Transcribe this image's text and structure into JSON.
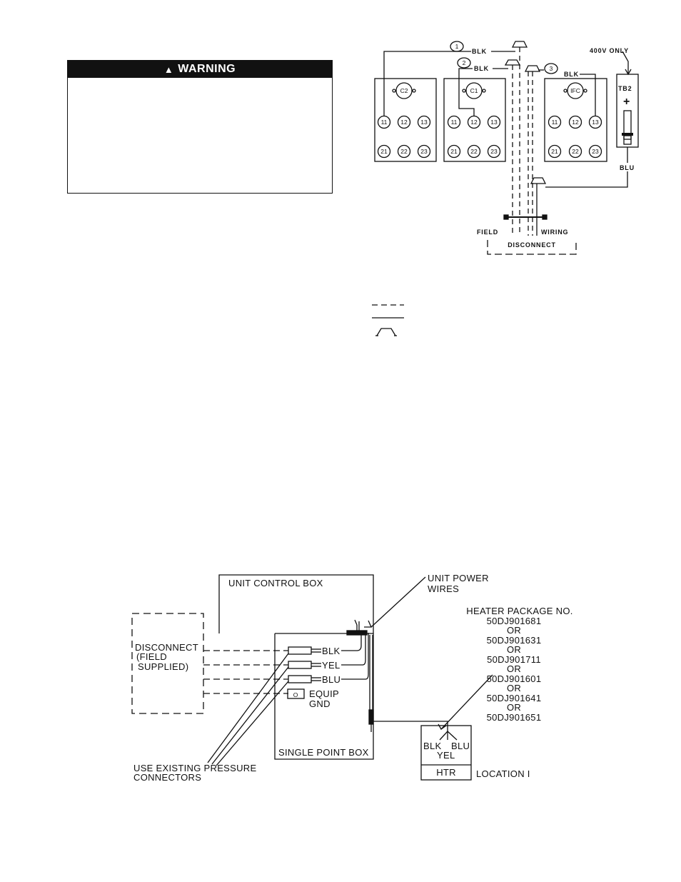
{
  "warning": {
    "title": "WARNING"
  },
  "top_diagram": {
    "callouts": [
      "1",
      "2",
      "3"
    ],
    "wire_labels": {
      "blk1": "BLK",
      "blk2": "BLK",
      "blk3": "BLK",
      "blu": "BLU"
    },
    "voltage_note": "400V ONLY",
    "tb2_label": "TB2",
    "tb2_symbol": "+",
    "contactors": [
      {
        "name": "C2",
        "terminals_top": [
          "11",
          "12",
          "13"
        ],
        "terminals_bottom": [
          "21",
          "22",
          "23"
        ]
      },
      {
        "name": "C1",
        "terminals_top": [
          "11",
          "12",
          "13"
        ],
        "terminals_bottom": [
          "21",
          "22",
          "23"
        ]
      },
      {
        "name": "IFC",
        "terminals_top": [
          "11",
          "12",
          "13"
        ],
        "terminals_bottom": [
          "21",
          "22",
          "23"
        ]
      }
    ],
    "field_label": "FIELD",
    "wiring_label": "WIRING",
    "disconnect_label": "DISCONNECT"
  },
  "bottom_diagram": {
    "unit_control_box": "UNIT CONTROL BOX",
    "unit_power_wires": [
      "UNIT POWER",
      "WIRES"
    ],
    "disconnect": [
      "DISCONNECT",
      "(FIELD",
      "SUPPLIED)"
    ],
    "connector_labels": [
      "BLK",
      "YEL",
      "BLU"
    ],
    "equip_gnd": [
      "EQUIP",
      "GND"
    ],
    "gnd_symbol": "O",
    "single_point_box": "SINGLE POINT BOX",
    "use_existing": [
      "USE EXISTING PRESSURE",
      "CONNECTORS"
    ],
    "heater_package": [
      "HEATER PACKAGE NO.",
      "50DJ901681",
      "OR",
      "50DJ901631",
      "OR",
      "50DJ901711",
      "OR",
      "50DJ901601",
      "OR",
      "50DJ901641",
      "OR",
      "50DJ901651"
    ],
    "htr_wires": [
      "BLK",
      "BLU",
      "YEL"
    ],
    "htr_label": "HTR",
    "location": "LOCATION I"
  }
}
